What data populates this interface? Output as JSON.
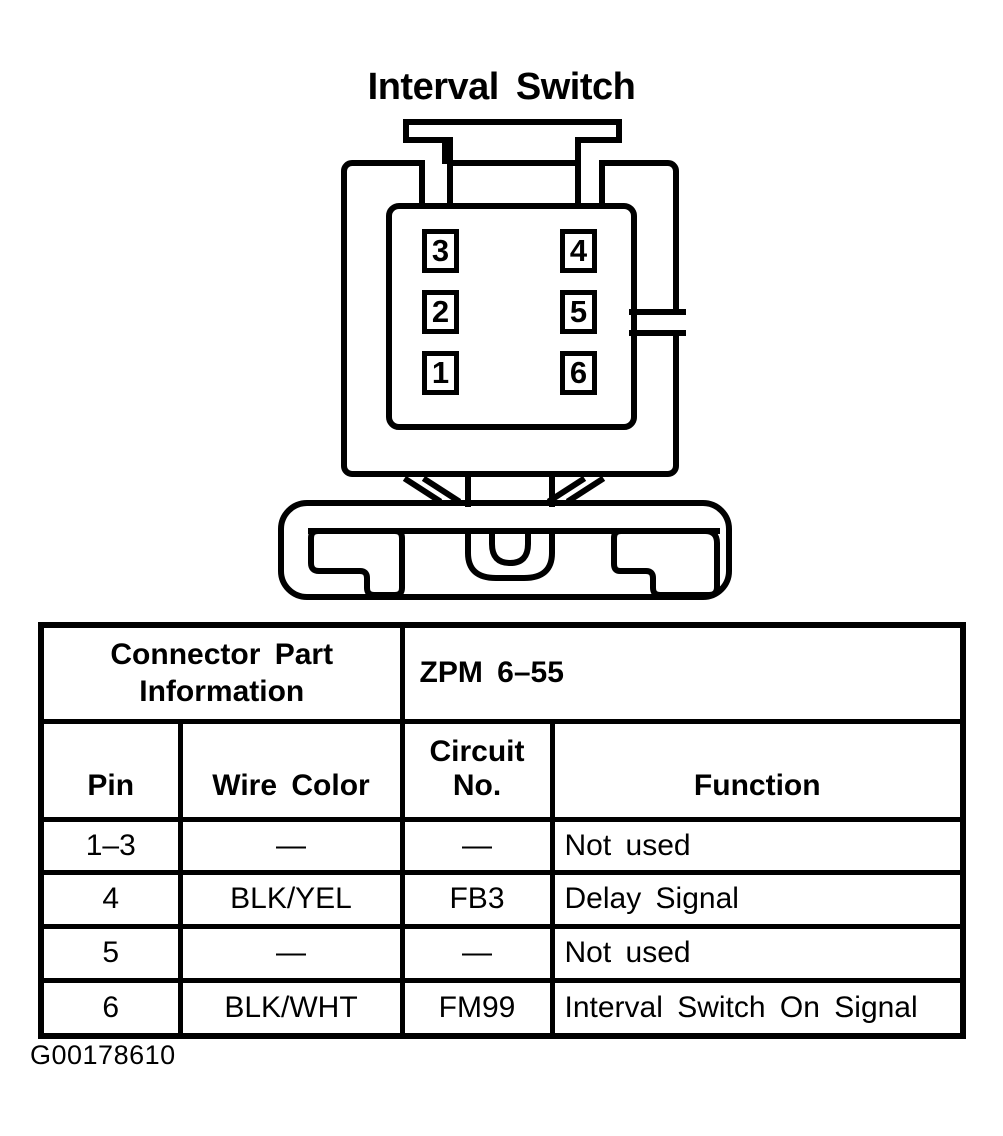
{
  "title": "Interval Switch",
  "connector": {
    "pins": [
      "3",
      "4",
      "2",
      "5",
      "1",
      "6"
    ]
  },
  "table": {
    "part_info_label": "Connector Part Information",
    "part_number": "ZPM 6–55",
    "headers": [
      "Pin",
      "Wire Color",
      "Circuit No.",
      "Function"
    ],
    "rows": [
      [
        "1–3",
        "—",
        "—",
        "Not used"
      ],
      [
        "4",
        "BLK/YEL",
        "FB3",
        "Delay Signal"
      ],
      [
        "5",
        "—",
        "—",
        "Not used"
      ],
      [
        "6",
        "BLK/WHT",
        "FM99",
        "Interval Switch On Signal"
      ]
    ]
  },
  "footer": {
    "figure_code": "G00178610"
  }
}
